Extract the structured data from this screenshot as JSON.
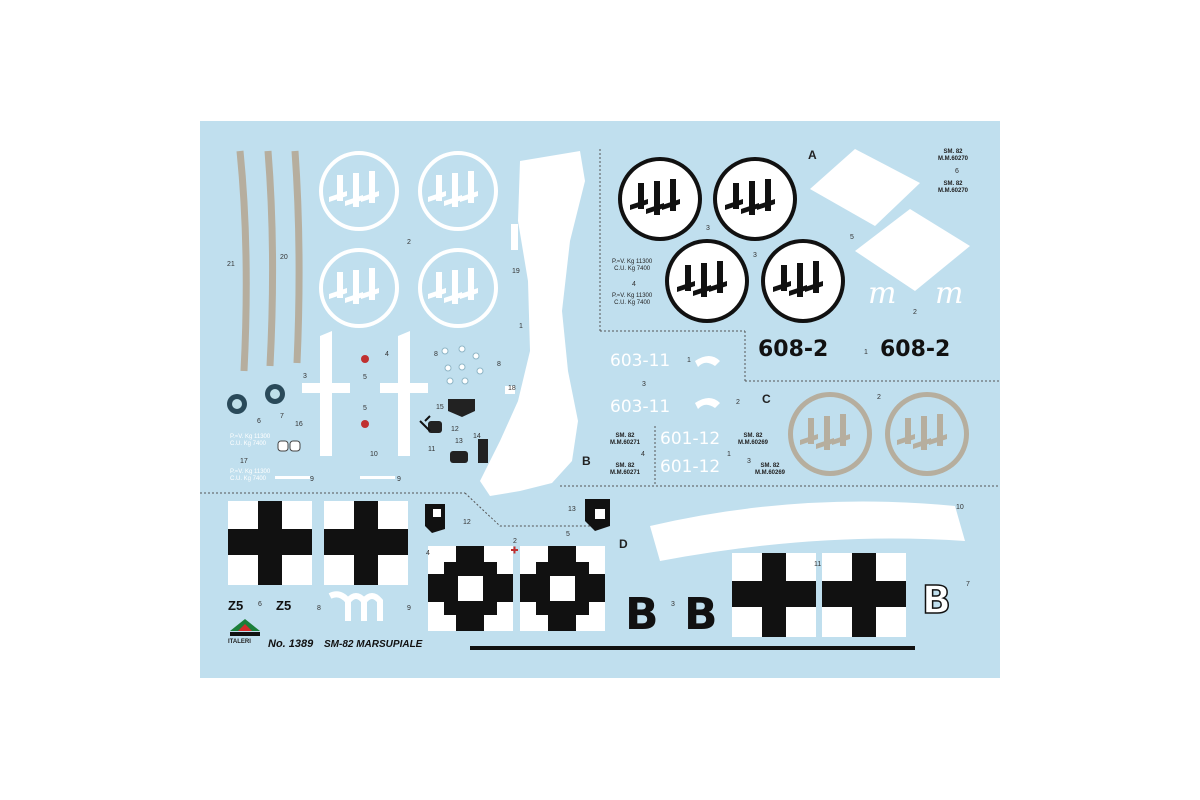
{
  "sheet": {
    "brand": "ITALERI",
    "product_no": "No. 1389",
    "product_name": "SM-82 MARSUPIALE",
    "colors": {
      "background": "#c0dfee",
      "black": "#111111",
      "white": "#ffffff",
      "grey": "#b6ae9e"
    }
  },
  "sections": {
    "a": "A",
    "b": "B",
    "c": "C",
    "d": "D"
  },
  "codes": {
    "black_608_left": "608-2",
    "black_608_right": "608-2",
    "white_603_top": "603-11",
    "white_603_bottom": "603-11",
    "white_601_top": "601-12",
    "white_601_bottom": "601-12",
    "z5_left": "Z5",
    "z5_right": "Z5",
    "big_b_1": "B",
    "big_b_2": "B",
    "big_b_outline": "B"
  },
  "stencils": {
    "sm82_60270_a": "SM. 82\nM.M.60270",
    "sm82_60270_b": "SM. 82\nM.M.60270",
    "weight_1": "P.≈V. Kg 11300\nC.U. Kg 7400",
    "weight_2": "P.≈V. Kg 11300\nC.U. Kg 7400",
    "sm82_60271_a": "SM. 82\nM.M.60271",
    "sm82_60271_b": "SM. 82\nM.M.60271",
    "sm82_60269_a": "SM. 82\nM.M.60269",
    "sm82_60269_b": "SM. 82\nM.M.60269",
    "white_weight_1": "P.≈V. Kg 11300\nC.U. Kg 7400",
    "white_weight_2": "P.≈V. Kg 11300\nC.U. Kg 7400",
    "script_m": "m"
  },
  "numbers": {
    "n21": "21",
    "n20": "20",
    "n2a": "2",
    "n19": "19",
    "n1a": "1",
    "n3a": "3",
    "n4a": "4",
    "n5a": "5",
    "n5b": "5",
    "n6a": "6",
    "n7a": "7",
    "n16": "16",
    "n17": "17",
    "n10": "10",
    "n9a": "9",
    "n9b": "9",
    "n8a": "8",
    "n8b": "8",
    "n15": "15",
    "n12a": "12",
    "n13a": "13",
    "n14": "14",
    "n11a": "11",
    "n18": "18",
    "n3b": "3",
    "n3c": "3",
    "n4b": "4",
    "n6b": "6",
    "n5c": "5",
    "n1b": "1",
    "n2b": "2",
    "n3d": "3",
    "n2c": "2",
    "n4c": "4",
    "n1c": "1",
    "n3e": "3",
    "n2d": "2",
    "n10b": "10",
    "n1d": "1",
    "n12b": "12",
    "n13b": "13",
    "n4d": "4",
    "n5d": "5",
    "n2e": "2",
    "n6c": "6",
    "n8c": "8",
    "n9c": "9",
    "n3f": "3",
    "n11b": "11",
    "n7b": "7"
  }
}
